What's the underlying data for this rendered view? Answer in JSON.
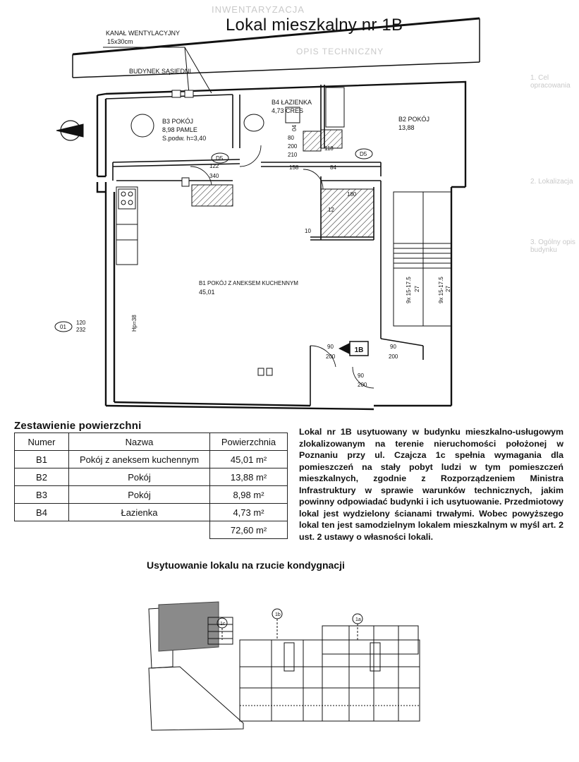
{
  "title": "Lokal mieszkalny nr 1B",
  "plan": {
    "ventilation_label": "KANAŁ WENTYLACYJNY",
    "ventilation_size": "15x30cm",
    "neighbour_label": "BUDYNEK SĄSIEDNI",
    "rooms": {
      "b1": {
        "code": "B1",
        "name": "POKÓJ Z ANEKSEM KUCHENNYM",
        "area": "45,01"
      },
      "b2": {
        "code": "B2",
        "name": "POKÓJ",
        "area": "13,88"
      },
      "b3": {
        "code": "B3",
        "name": "POKÓJ",
        "area": "8,98",
        "area_suffix": "PAMLE",
        "floor": "S.podw. h=3,40"
      },
      "b4": {
        "code": "B4",
        "name": "ŁAZIENKA",
        "area": "4,73",
        "area_suffix": "CRES"
      }
    },
    "unit_badge": "1B",
    "door_tags": [
      "D5",
      "D5",
      "01"
    ],
    "dimensions": [
      "122",
      "340",
      "80",
      "200",
      "210",
      "158",
      "84",
      "118",
      "180",
      "12",
      "10",
      "90",
      "200",
      "90",
      "200",
      "90",
      "200",
      "120",
      "232",
      "Hp=38",
      "9x 15-17.5",
      "27",
      "9x 15-17.5",
      "27",
      "04"
    ]
  },
  "areas": {
    "heading": "Zestawienie powierzchni",
    "headers": [
      "Numer",
      "Nazwa",
      "Powierzchnia"
    ],
    "rows": [
      {
        "num": "B1",
        "name": "Pokój z aneksem kuchennym",
        "area": "45,01 m²"
      },
      {
        "num": "B2",
        "name": "Pokój",
        "area": "13,88 m²"
      },
      {
        "num": "B3",
        "name": "Pokój",
        "area": "8,98 m²"
      },
      {
        "num": "B4",
        "name": "Łazienka",
        "area": "4,73 m²"
      }
    ],
    "total": "72,60 m²"
  },
  "description": "Lokal nr 1B usytuowany w budynku mieszkalno-usługowym zlokalizowanym na terenie nieruchomości położonej w Poznaniu przy ul. Czajcza 1c spełnia wymagania dla pomieszczeń na stały pobyt ludzi w tym pomieszczeń mieszkalnych, zgodnie z Rozporządzeniem Ministra Infrastruktury w sprawie warunków technicznych, jakim powinny odpowiadać budynki i ich usytuowanie. Przedmiotowy lokal jest wydzielony ścianami trwałymi. Wobec powyższego lokal ten jest samodzielnym lokalem mieszkalnym w myśl art. 2 ust. 2 ustawy o własności lokali.",
  "location": {
    "heading": "Usytuowanie lokalu na rzucie kondygnacji",
    "stairs": [
      "1c",
      "1b",
      "1a"
    ]
  },
  "bleed": {
    "t1": "INWENTARYZACJA",
    "t2": "OPIS TECHNICZNY",
    "t3": "1. Cel opracowania",
    "t4": "2. Lokalizacja",
    "t5": "3. Ogólny opis budynku"
  },
  "colors": {
    "ink": "#111111",
    "bleed": "#c9c9c9",
    "hatch": "#222222",
    "gray_fill": "#8a8a8a"
  }
}
